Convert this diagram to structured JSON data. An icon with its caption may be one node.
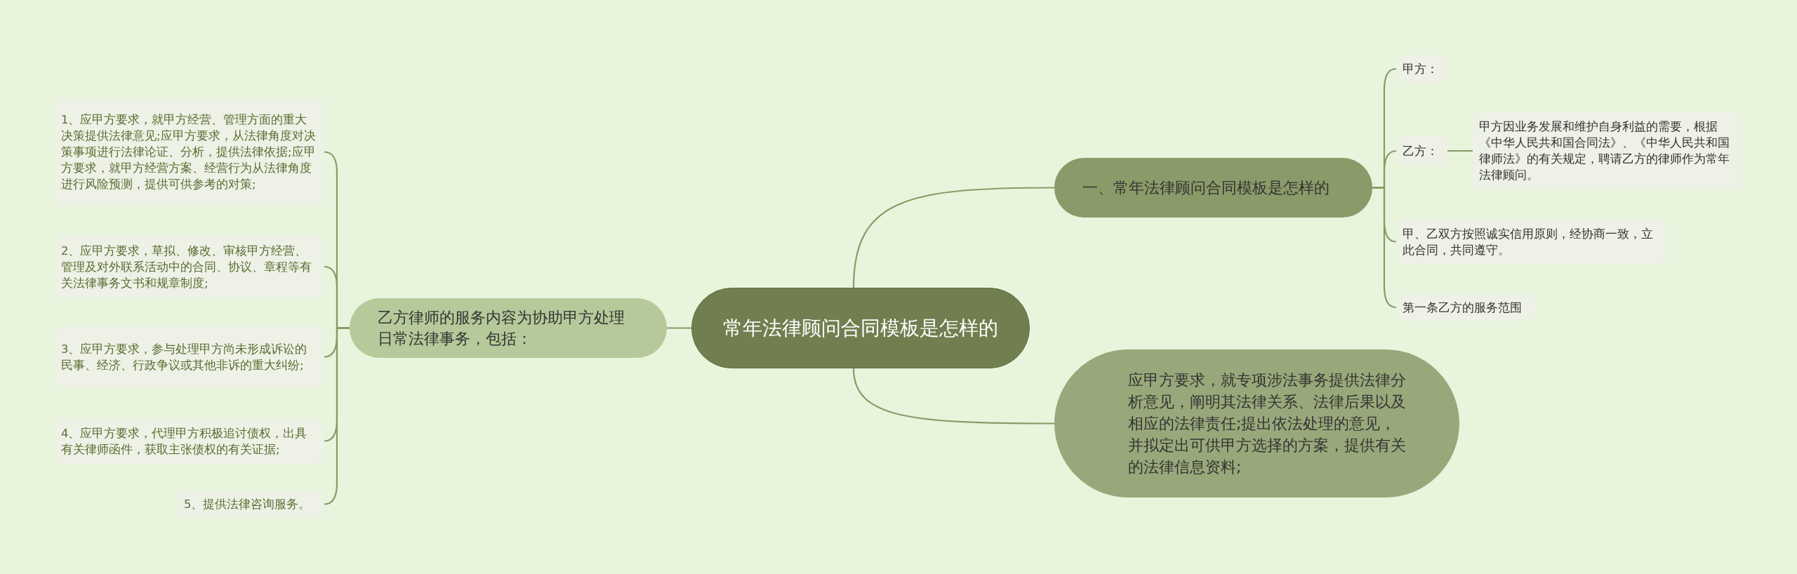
{
  "diagram": {
    "nodes": [
      {
        "text": [
          "常年法律顾问合同模板是怎样的"
        ]
      },
      {
        "text": [
          "一、常年法律顾问合同模板是怎样的"
        ]
      },
      {
        "text": [
          "甲方："
        ]
      },
      {
        "text": [
          "乙方："
        ]
      },
      {
        "text": [
          "甲方因业务发展和维护自身利益的需要，根据《中华人民共和国合同法》、《中华人民共和国律师法》的有关规定，聘请乙方的律师作为常年法律顾问。"
        ]
      },
      {
        "text": [
          "甲、乙双方按照诚实信用原则，经协商一致，立此合同，共同遵守。"
        ]
      },
      {
        "text": [
          "第一条乙方的服务范围"
        ]
      },
      {
        "text": [
          "应甲方要求，就专项涉法事务提供法律分析意见，阐明其法律关系、法律后果以及相应的法律责任;提出依法处理的意见，并拟定出可供甲方选择的方案，提供有关的法律信息资料;"
        ]
      },
      {
        "text": [
          "乙方律师的服务内容为协助甲方处理日常法律事务，包括："
        ]
      },
      {
        "text": [
          "1、应甲方要求，就甲方经营、管理方面的重大决策提供法律意见;应甲方要求，从法律角度对决策事项进行法律论证、分析，提供法律依据;应甲方要求，就甲方经营方案、经营行为从法律角度进行风险预测，提供可供参考的对策;"
        ]
      },
      {
        "text": [
          "2、应甲方要求，草拟、修改、审核甲方经营、管理及对外联系活动中的合同、协议、章程等有关法律事务文书和规章制度;"
        ]
      },
      {
        "text": [
          "3、应甲方要求，参与处理甲方尚未形成诉讼的民事、经济、行政争议或其他非诉的重大纠纷;"
        ]
      },
      {
        "text": [
          "4、应甲方要求，代理甲方积极追讨债权，出具有关律师函件，获取主张债权的有关证据;"
        ]
      },
      {
        "text": [
          "5、提供法律咨询服务。"
        ]
      }
    ],
    "edges": [
      {
        "from": 0,
        "to": 1,
        "arrow": "none"
      },
      {
        "from": 1,
        "to": 2,
        "arrow": "none"
      },
      {
        "from": 1,
        "to": 3,
        "arrow": "none"
      },
      {
        "from": 3,
        "to": 4,
        "arrow": "none"
      },
      {
        "from": 1,
        "to": 5,
        "arrow": "none"
      },
      {
        "from": 1,
        "to": 6,
        "arrow": "none"
      },
      {
        "from": 0,
        "to": 7,
        "arrow": "none"
      },
      {
        "from": 0,
        "to": 8,
        "arrow": "none"
      },
      {
        "from": 8,
        "to": 9,
        "arrow": "none"
      },
      {
        "from": 8,
        "to": 10,
        "arrow": "none"
      },
      {
        "from": 8,
        "to": 11,
        "arrow": "none"
      },
      {
        "from": 8,
        "to": 12,
        "arrow": "none"
      },
      {
        "from": 8,
        "to": 13,
        "arrow": "none"
      }
    ]
  }
}
